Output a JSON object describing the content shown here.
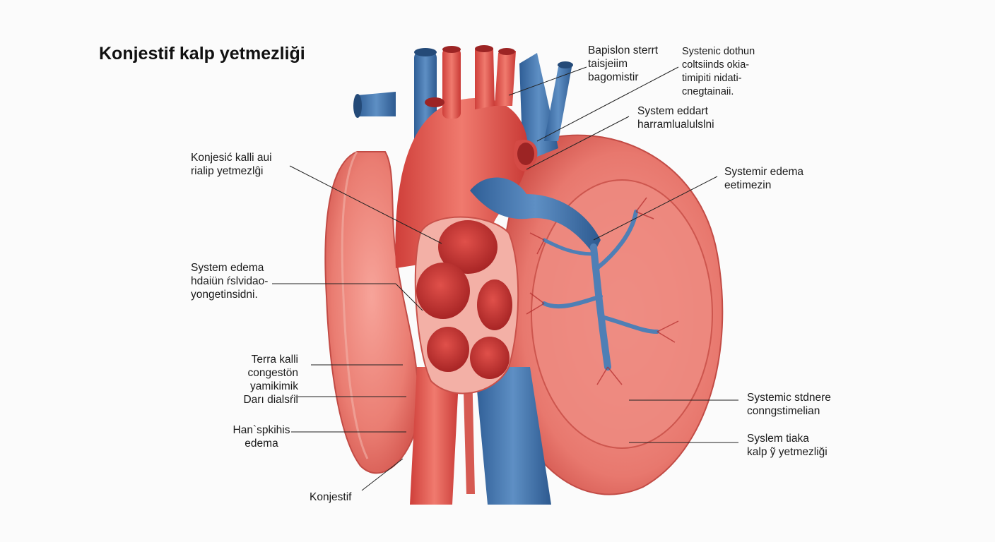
{
  "title": "Konjestif kalp yetmezliği",
  "labels": {
    "top_center": [
      "Bapislon sterrt",
      "taisjeiim",
      "bagomistir"
    ],
    "top_right": [
      "Systenic dothun",
      "coltsiinds okia-",
      "timipiti nidati-",
      "cnegtainaii."
    ],
    "mid_top": [
      "System eddart",
      "harramlualulslni"
    ],
    "left_1": [
      "Konjesić kalli aui",
      "rialip yetmezlĝi"
    ],
    "right_1": [
      "Systemir edema",
      "eetimezin"
    ],
    "left_2": [
      "System edema",
      "hdaiün ŕslvidao-",
      "yongetinsidni."
    ],
    "left_3": [
      "Terra kalli",
      "congestön",
      "yamikimik",
      "Darı dialsŕii"
    ],
    "left_4": [
      "Han`spkihis",
      "edema"
    ],
    "bottom": [
      "Konjestif"
    ],
    "right_2": [
      "Systemic stdnere",
      "conngstimelian"
    ],
    "right_3": [
      "Syslem tiaka",
      "kalp ỹ yetmezliği"
    ]
  }
}
